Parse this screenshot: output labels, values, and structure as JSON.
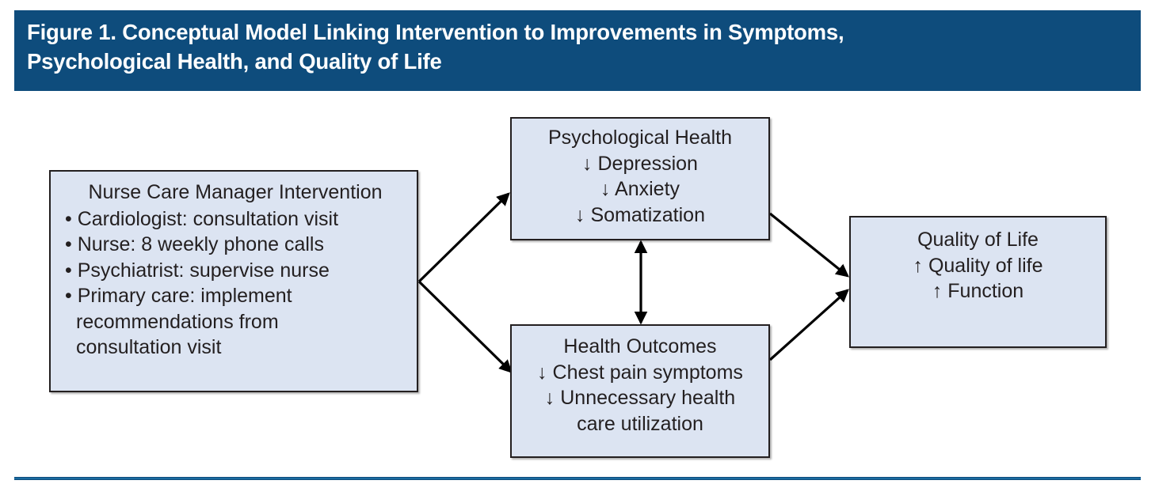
{
  "figure": {
    "header": {
      "title": "Figure 1. Conceptual Model Linking Intervention to Improvements in Symptoms,\nPsychological Health, and Quality of Life",
      "background_color": "#0E4C7C",
      "text_color": "#FFFFFF"
    },
    "style": {
      "box_fill": "#DCE4F2",
      "box_border": "#231F20",
      "arrow_color": "#000000",
      "rule_color": "#1A6BA0"
    },
    "nodes": {
      "intervention": {
        "title": "Nurse Care Manager Intervention",
        "bullets": [
          "Cardiologist: consultation visit",
          "Nurse: 8 weekly phone calls",
          "Psychiatrist: supervise nurse",
          "Primary care: implement\nrecommendations from\nconsultation visit"
        ]
      },
      "psychological_health": {
        "title": "Psychological Health",
        "lines": [
          "↓ Depression",
          "↓ Anxiety",
          "↓ Somatization"
        ]
      },
      "health_outcomes": {
        "title": "Health Outcomes",
        "lines": [
          "↓ Chest pain symptoms",
          "↓ Unnecessary health\ncare utilization"
        ]
      },
      "quality_of_life": {
        "title": "Quality of Life",
        "lines": [
          "↑ Quality of life",
          "↑ Function"
        ]
      }
    },
    "connectors": [
      {
        "name": "intervention-to-psychological-health",
        "from": "intervention",
        "to": "psychological_health",
        "direction": "one-way"
      },
      {
        "name": "intervention-to-health-outcomes",
        "from": "intervention",
        "to": "health_outcomes",
        "direction": "one-way"
      },
      {
        "name": "psychological-health-to-health-outcomes",
        "from": "psychological_health",
        "to": "health_outcomes",
        "direction": "two-way"
      },
      {
        "name": "psychological-health-to-quality-of-life",
        "from": "psychological_health",
        "to": "quality_of_life",
        "direction": "one-way"
      },
      {
        "name": "health-outcomes-to-quality-of-life",
        "from": "health_outcomes",
        "to": "quality_of_life",
        "direction": "one-way"
      }
    ]
  }
}
